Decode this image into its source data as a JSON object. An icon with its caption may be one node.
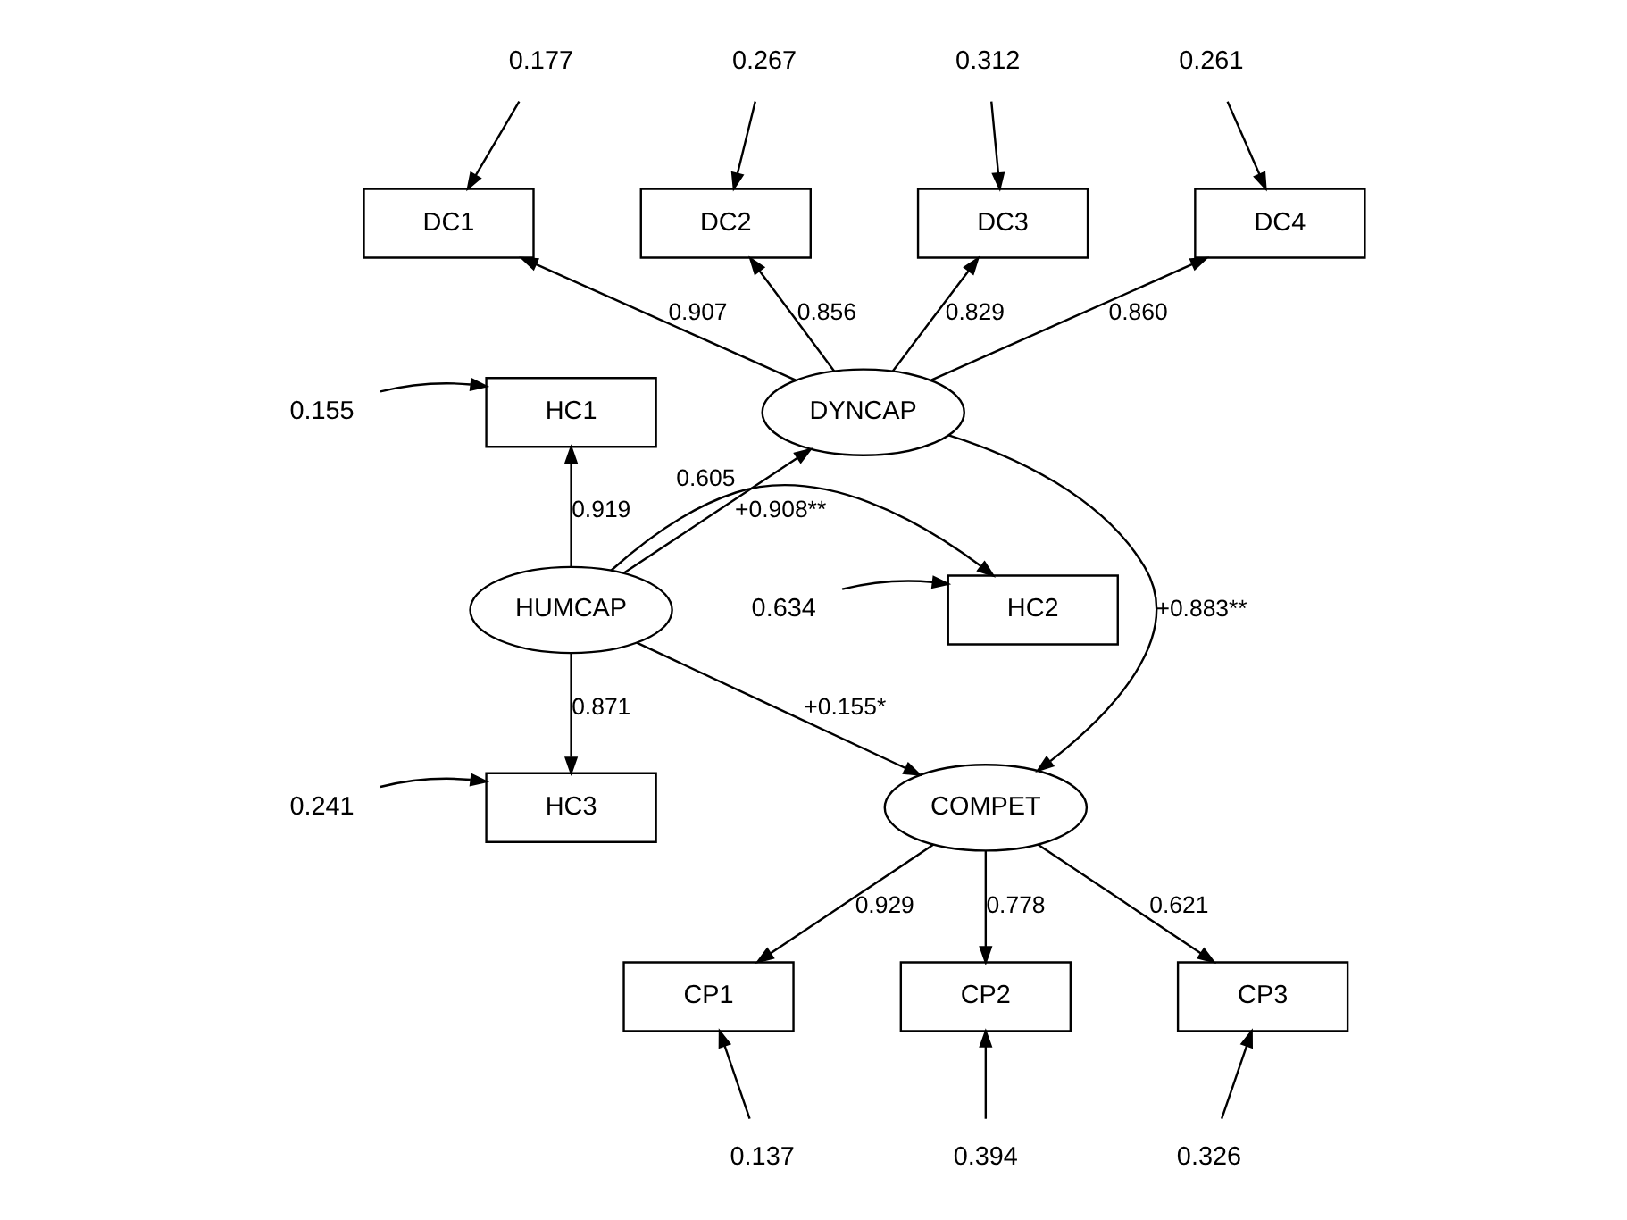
{
  "diagram": {
    "nodes": [
      {
        "text": [
          "DC1"
        ]
      },
      {
        "text": [
          "DC2"
        ]
      },
      {
        "text": [
          "DC3"
        ]
      },
      {
        "text": [
          "DC4"
        ]
      },
      {
        "text": [
          "DYNCAP"
        ]
      },
      {
        "text": [
          "HC1"
        ]
      },
      {
        "text": [
          "HC2"
        ]
      },
      {
        "text": [
          "HC3"
        ]
      },
      {
        "text": [
          "HUMCAP"
        ]
      },
      {
        "text": [
          "COMPET"
        ]
      },
      {
        "text": [
          "CP1"
        ]
      },
      {
        "text": [
          "CP2"
        ]
      },
      {
        "text": [
          "CP3"
        ]
      },
      {
        "text": [
          "0.177"
        ]
      },
      {
        "text": [
          "0.267"
        ]
      },
      {
        "text": [
          "0.312"
        ]
      },
      {
        "text": [
          "0.261"
        ]
      },
      {
        "text": [
          "0.155"
        ]
      },
      {
        "text": [
          "0.634"
        ]
      },
      {
        "text": [
          "0.241"
        ]
      },
      {
        "text": [
          "0.137"
        ]
      },
      {
        "text": [
          "0.394"
        ]
      },
      {
        "text": [
          "0.326"
        ]
      }
    ],
    "edges": [
      {
        "from": 4,
        "to": 0,
        "arrow": "to",
        "label": "0.907"
      },
      {
        "from": 4,
        "to": 1,
        "arrow": "to",
        "label": "0.856"
      },
      {
        "from": 4,
        "to": 2,
        "arrow": "to",
        "label": "0.829"
      },
      {
        "from": 4,
        "to": 3,
        "arrow": "to",
        "label": "0.860"
      },
      {
        "from": 8,
        "to": 5,
        "arrow": "to",
        "label": "0.919"
      },
      {
        "from": 8,
        "to": 6,
        "arrow": "to",
        "label": "0.605"
      },
      {
        "from": 8,
        "to": 7,
        "arrow": "to",
        "label": "0.871"
      },
      {
        "from": 8,
        "to": 4,
        "arrow": "to",
        "label": "+0.908**"
      },
      {
        "from": 4,
        "to": 9,
        "arrow": "to",
        "label": "+0.883**"
      },
      {
        "from": 8,
        "to": 9,
        "arrow": "to",
        "label": "+0.155*"
      },
      {
        "from": 9,
        "to": 10,
        "arrow": "to",
        "label": "0.929"
      },
      {
        "from": 9,
        "to": 11,
        "arrow": "to",
        "label": "0.778"
      },
      {
        "from": 9,
        "to": 12,
        "arrow": "to",
        "label": "0.621"
      },
      {
        "from": 13,
        "to": 0,
        "arrow": "to"
      },
      {
        "from": 14,
        "to": 1,
        "arrow": "to"
      },
      {
        "from": 15,
        "to": 2,
        "arrow": "to"
      },
      {
        "from": 16,
        "to": 3,
        "arrow": "to"
      },
      {
        "from": 17,
        "to": 5,
        "arrow": "to"
      },
      {
        "from": 18,
        "to": 6,
        "arrow": "to"
      },
      {
        "from": 19,
        "to": 7,
        "arrow": "to"
      },
      {
        "from": 20,
        "to": 10,
        "arrow": "to"
      },
      {
        "from": 21,
        "to": 11,
        "arrow": "to"
      },
      {
        "from": 22,
        "to": 12,
        "arrow": "to"
      }
    ]
  }
}
